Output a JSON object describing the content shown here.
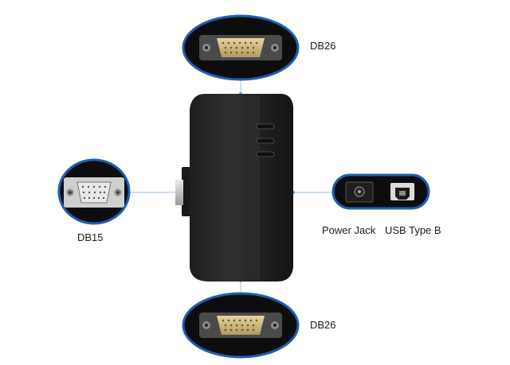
{
  "labels": {
    "db26_top": "DB26",
    "db26_bottom": "DB26",
    "db15": "DB15",
    "power_jack": "Power Jack",
    "usb_type_b": "USB Type B"
  },
  "colors": {
    "callout_border": "#1d5fb8",
    "callout_bg": "#0d0d0d",
    "device_body": "#2b2b2b",
    "connector_gold": "#c9b27a",
    "leader_line": "#9ec3e6"
  },
  "icons": [
    "db26-connector-icon",
    "db15-connector-icon",
    "power-jack-icon",
    "usb-type-b-icon",
    "status-led-icon"
  ]
}
